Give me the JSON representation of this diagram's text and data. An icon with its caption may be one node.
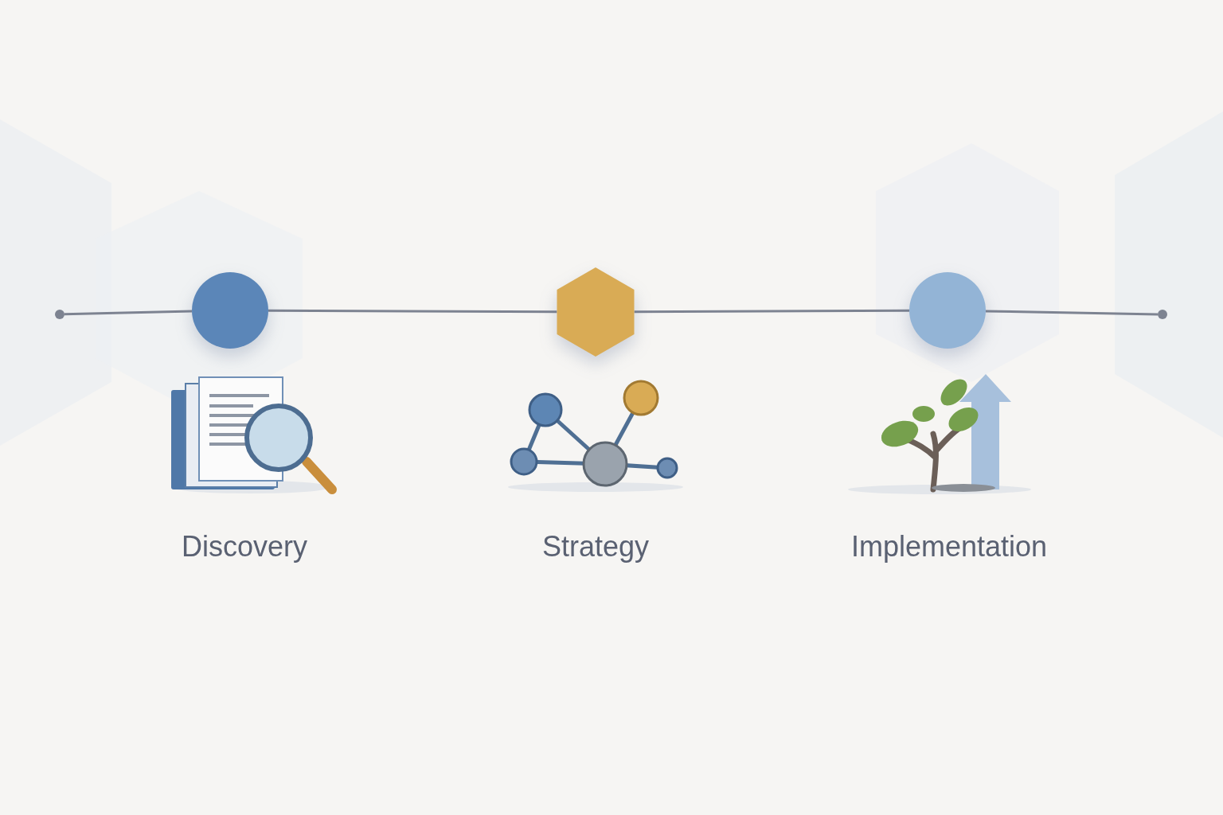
{
  "diagram": {
    "nodes": [
      {
        "text": [],
        "shape": "circle"
      },
      {
        "text": [],
        "shape": "circle"
      },
      {
        "text": [],
        "shape": "hexagon"
      },
      {
        "text": [],
        "shape": "circle"
      },
      {
        "text": [],
        "shape": "circle"
      }
    ],
    "edges": [
      {
        "from": 0,
        "to": 1,
        "arrow": "none"
      },
      {
        "from": 1,
        "to": 2,
        "arrow": "none"
      },
      {
        "from": 2,
        "to": 3,
        "arrow": "none"
      },
      {
        "from": 3,
        "to": 4,
        "arrow": "none"
      }
    ],
    "labels": [
      "Discovery",
      "Strategy",
      "Implementation"
    ]
  }
}
